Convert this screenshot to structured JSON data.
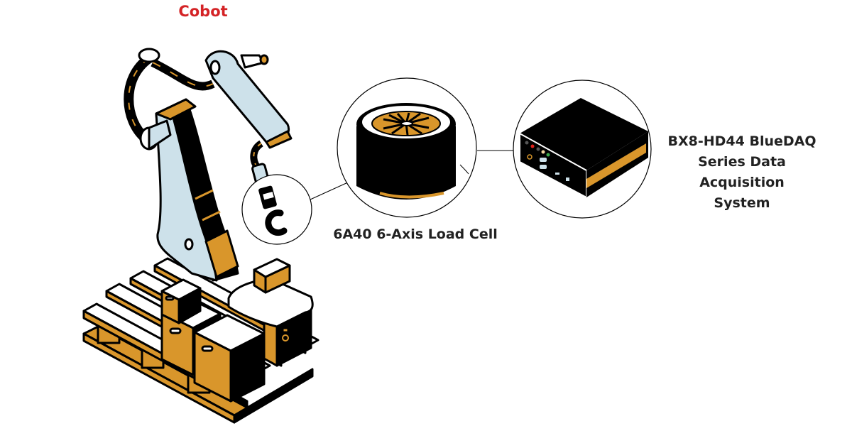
{
  "diagram": {
    "title": "Cobot",
    "components": [
      {
        "id": "cobot",
        "label": "Cobot"
      },
      {
        "id": "load_cell",
        "label": "6A40 6-Axis Load Cell"
      },
      {
        "id": "daq",
        "label_lines": [
          "BX8-HD44 BlueDAQ",
          "Series Data Acquisition",
          "System"
        ]
      }
    ],
    "connections": [
      {
        "from": "cobot-gripper",
        "to": "load_cell"
      },
      {
        "from": "load_cell",
        "to": "daq"
      }
    ]
  },
  "colors": {
    "title_red": "#d42326",
    "accent_orange": "#d9962b",
    "arm_blue": "#cde1ea",
    "ink": "#000000",
    "text": "#222222"
  },
  "daq_leds": [
    "#555555",
    "#e0221b",
    "#555555",
    "#f3d7a0",
    "#3aa84a"
  ]
}
